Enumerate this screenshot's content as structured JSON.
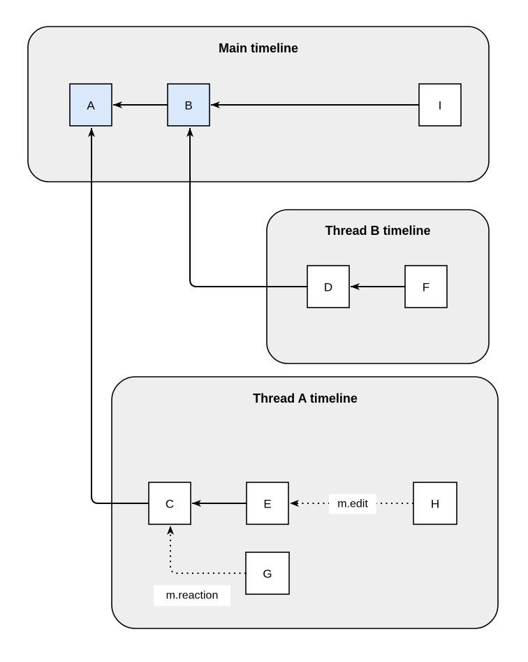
{
  "groups": [
    {
      "id": "main-timeline",
      "title": "Main timeline",
      "nodes": [
        "A",
        "B",
        "I"
      ]
    },
    {
      "id": "thread-b-timeline",
      "title": "Thread B timeline",
      "nodes": [
        "D",
        "F"
      ]
    },
    {
      "id": "thread-a-timeline",
      "title": "Thread A timeline",
      "nodes": [
        "C",
        "E",
        "G",
        "H"
      ]
    }
  ],
  "nodes": {
    "A": {
      "label": "A",
      "highlighted": true
    },
    "B": {
      "label": "B",
      "highlighted": true
    },
    "I": {
      "label": "I",
      "highlighted": false
    },
    "D": {
      "label": "D",
      "highlighted": false
    },
    "F": {
      "label": "F",
      "highlighted": false
    },
    "C": {
      "label": "C",
      "highlighted": false
    },
    "E": {
      "label": "E",
      "highlighted": false
    },
    "G": {
      "label": "G",
      "highlighted": false
    },
    "H": {
      "label": "H",
      "highlighted": false
    }
  },
  "edges": [
    {
      "from": "B",
      "to": "A",
      "style": "solid"
    },
    {
      "from": "I",
      "to": "B",
      "style": "solid"
    },
    {
      "from": "F",
      "to": "D",
      "style": "solid"
    },
    {
      "from": "D",
      "to": "B",
      "style": "solid"
    },
    {
      "from": "E",
      "to": "C",
      "style": "solid"
    },
    {
      "from": "C",
      "to": "A",
      "style": "solid"
    },
    {
      "from": "H",
      "to": "E",
      "style": "dotted",
      "label": "m.edit"
    },
    {
      "from": "G",
      "to": "C",
      "style": "dotted",
      "label": "m.reaction"
    }
  ],
  "colors": {
    "group_fill": "#eeeeee",
    "group_stroke": "#000000",
    "node_fill_highlighted": "#dae8fc",
    "node_fill_default": "#ffffff",
    "node_stroke": "#000000",
    "edge_stroke": "#000000",
    "label_background": "#ffffff",
    "text": "#000000"
  }
}
